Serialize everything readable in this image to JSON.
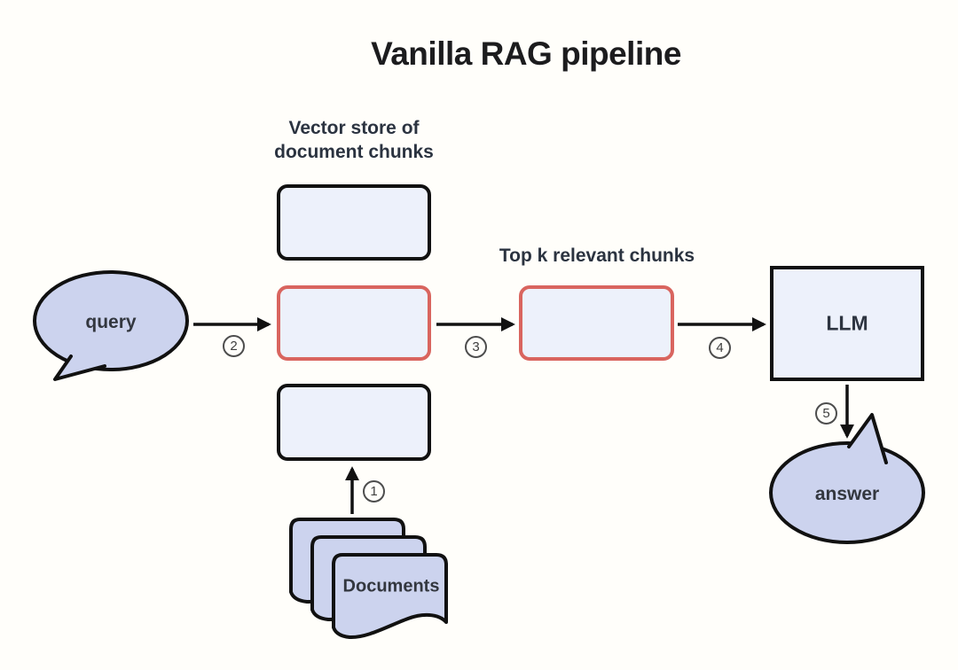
{
  "title": "Vanilla RAG pipeline",
  "colors": {
    "background": "#fffefa",
    "stroke": "#111111",
    "accent_red": "#d9655f",
    "node_fill": "#edf1fb",
    "bubble_fill": "#ccd3ee",
    "text_dark": "#2b3340",
    "badge_gray": "#4d4d4d"
  },
  "nodes": {
    "query": {
      "label": "query",
      "shape": "speech-bubble"
    },
    "vector_store": {
      "label": "Vector store of\ndocument chunks",
      "box_count": 3,
      "highlighted_box": "middle"
    },
    "top_k": {
      "label": "Top k relevant chunks",
      "highlighted": true
    },
    "llm": {
      "label": "LLM"
    },
    "answer": {
      "label": "answer",
      "shape": "speech-bubble"
    },
    "documents": {
      "label": "Documents",
      "sheet_count": 3
    }
  },
  "steps": [
    {
      "num": "1",
      "from": "documents",
      "to": "vector_store"
    },
    {
      "num": "2",
      "from": "query",
      "to": "vector_store"
    },
    {
      "num": "3",
      "from": "vector_store",
      "to": "top_k"
    },
    {
      "num": "4",
      "from": "top_k",
      "to": "llm"
    },
    {
      "num": "5",
      "from": "llm",
      "to": "answer"
    }
  ]
}
